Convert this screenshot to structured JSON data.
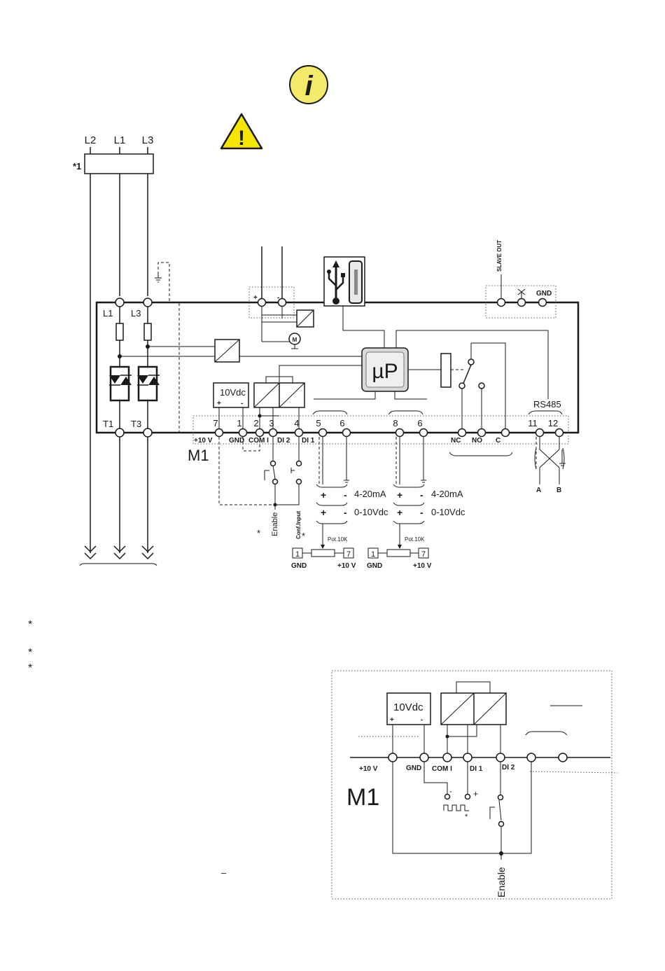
{
  "colors": {
    "line": "#1a1a1a",
    "warning_fill": "#f5e600",
    "info_fill": "#f5e96a",
    "up_fill": "#d8d8d8"
  },
  "icons": {
    "info": "info-icon",
    "warning": "warning-icon",
    "usb": "usb-icon",
    "motor": "motor-icon",
    "ground": "ground-icon"
  },
  "symbols": {
    "info": "i",
    "warning": "!",
    "star": "*"
  },
  "supply": {
    "phases": [
      "L2",
      "L1",
      "L3"
    ],
    "device_ref": "*1"
  },
  "module": {
    "in_phases": [
      "L1",
      "L3"
    ],
    "out_phases": [
      "T1",
      "T3"
    ],
    "name": "M1",
    "micro": "µP",
    "vdc": "10Vdc",
    "plus": "+",
    "minus": "-",
    "slave_out": "SLAVE OUT",
    "gnd": "GND",
    "rs485": "RS485",
    "terminal_numbers": [
      "7",
      "1",
      "2",
      "3",
      "4",
      "5",
      "6",
      "8",
      "6",
      "11",
      "12"
    ],
    "terminal_labels": [
      "+10 V",
      "GND",
      "COM I",
      "DI 2",
      "DI 1",
      "NC",
      "NO",
      "C"
    ],
    "bus_ab": [
      "A",
      "B"
    ],
    "enable": "Enable",
    "conf_input": "Conf.Input"
  },
  "analog": {
    "signal_1": "4-20mA",
    "signal_2": "0-10Vdc",
    "pot": "Pot.10K",
    "pot_terms": [
      "1",
      "7"
    ],
    "pot_labels": [
      "GND",
      "+10 V"
    ]
  },
  "notes": {
    "dash": "–"
  },
  "inset": {
    "name": "M1",
    "vdc": "10Vdc",
    "plus": "+",
    "minus": "-",
    "labels": [
      "+10 V",
      "GND",
      "COM I",
      "DI 1",
      "DI 2"
    ],
    "enable": "Enable"
  }
}
